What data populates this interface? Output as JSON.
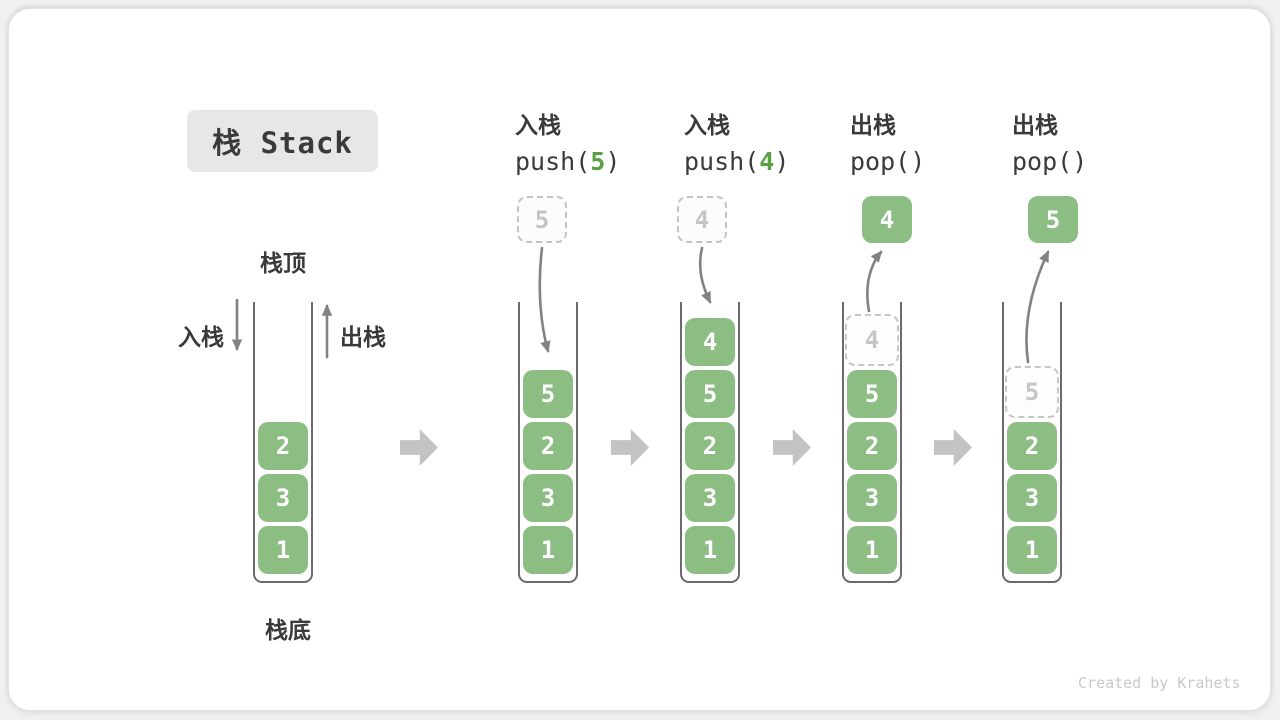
{
  "title": {
    "text": "栈 Stack"
  },
  "watermark": "Created by Krahets",
  "colors": {
    "box_green": "#8cbe83",
    "code_arg_green": "#58a042",
    "ghost_gray": "#c6c6c6",
    "arrow_gray": "#828282",
    "block_arrow_gray": "#c3c3c3",
    "title_bg": "#e7e7e7",
    "text_dark": "#3a3a3a"
  },
  "diagram": {
    "initial": {
      "top_label": "栈顶",
      "bottom_label": "栈底",
      "in_label": "入栈",
      "out_label": "出栈",
      "items": [
        {
          "value": "2"
        },
        {
          "value": "3"
        },
        {
          "value": "1"
        }
      ]
    },
    "steps": [
      {
        "op_zh": "入栈",
        "op": {
          "prefix": "push(",
          "arg": "5",
          "suffix": ")"
        },
        "floating": {
          "value": "5",
          "style": "dashed"
        },
        "items": [
          {
            "value": "5"
          },
          {
            "value": "2"
          },
          {
            "value": "3"
          },
          {
            "value": "1"
          }
        ]
      },
      {
        "op_zh": "入栈",
        "op": {
          "prefix": "push(",
          "arg": "4",
          "suffix": ")"
        },
        "floating": {
          "value": "4",
          "style": "dashed"
        },
        "items": [
          {
            "value": "4"
          },
          {
            "value": "5"
          },
          {
            "value": "2"
          },
          {
            "value": "3"
          },
          {
            "value": "1"
          }
        ]
      },
      {
        "op_zh": "出栈",
        "op": {
          "prefix": "pop(",
          "arg": "",
          "suffix": ")"
        },
        "floating": {
          "value": "4",
          "style": "solid"
        },
        "items": [
          {
            "value": "4"
          },
          {
            "value": "5"
          },
          {
            "value": "2"
          },
          {
            "value": "3"
          },
          {
            "value": "1"
          }
        ]
      },
      {
        "op_zh": "出栈",
        "op": {
          "prefix": "pop(",
          "arg": "",
          "suffix": ")"
        },
        "floating": {
          "value": "5",
          "style": "solid"
        },
        "items": [
          {
            "value": "5"
          },
          {
            "value": "2"
          },
          {
            "value": "3"
          },
          {
            "value": "1"
          }
        ]
      }
    ]
  }
}
